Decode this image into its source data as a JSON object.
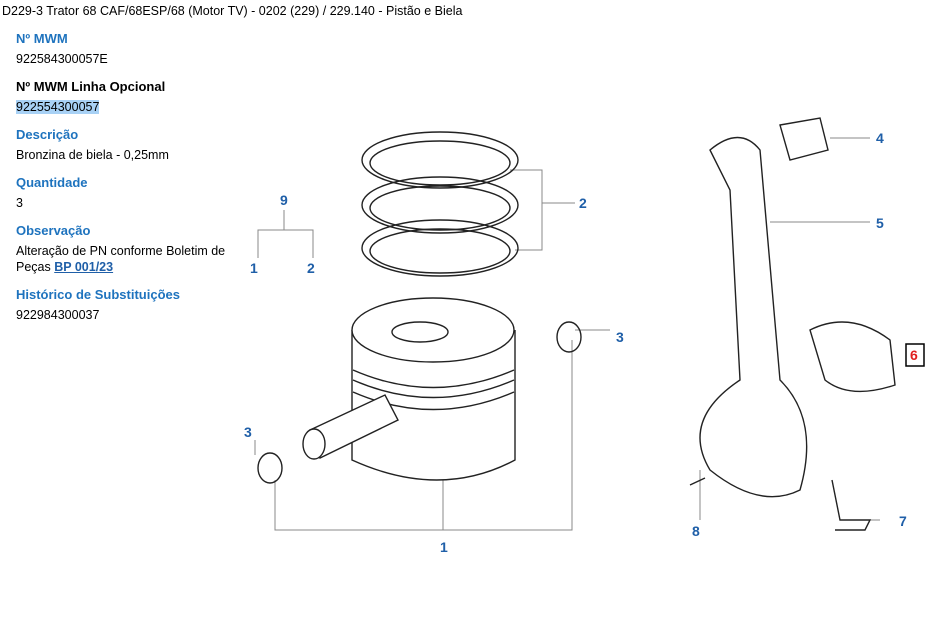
{
  "breadcrumb": "D229-3 Trator 68 CAF/68ESP/68 (Motor TV) - 0202 (229)  /  229.140 - Pistão e Biela",
  "fields": {
    "mwm_label": "Nº MWM",
    "mwm_value": "922584300057E",
    "opt_label": "Nº MWM Linha Opcional",
    "opt_value": "922554300057",
    "desc_label": "Descrição",
    "desc_value": "Bronzina de biela - 0,25mm",
    "qty_label": "Quantidade",
    "qty_value": "3",
    "obs_label": "Observação",
    "obs_text": "Alteração de PN conforme Boletim de Peças",
    "obs_link": "BP 001/23",
    "hist_label": "Histórico de Substituições",
    "hist_value": "922984300037"
  },
  "diagram": {
    "callouts": [
      "9",
      "1",
      "2",
      "2",
      "3",
      "3",
      "1",
      "4",
      "5",
      "6",
      "7",
      "8"
    ],
    "highlight_color": "#e02020",
    "callout_color": "#1f5fa8"
  }
}
